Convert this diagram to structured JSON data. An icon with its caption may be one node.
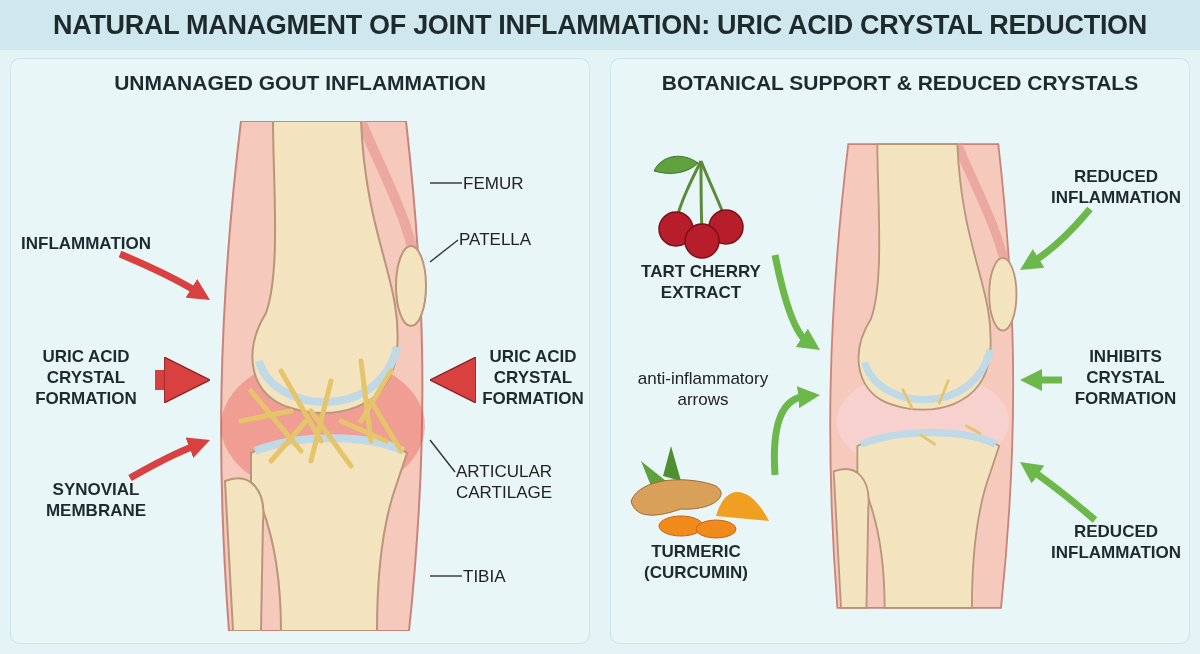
{
  "diagram": {
    "title": "NATURAL MANAGMENT OF JOINT INFLAMMATION: URIC ACID CRYSTAL REDUCTION",
    "nodes": [
      {
        "text": [
          "UNMANAGED GOUT INFLAMMATION"
        ]
      },
      {
        "text": [],
        "shape": "picture",
        "in": 0
      },
      {
        "text": [
          "FEMUR"
        ],
        "in": 0
      },
      {
        "text": [
          "INFLAMMATION"
        ],
        "in": 0
      },
      {
        "text": [
          "PATELLA"
        ],
        "in": 0
      },
      {
        "text": [
          "URIC ACID CRYSTAL FORMATION"
        ],
        "in": 0
      },
      {
        "text": [
          "URIC ACID CRYSTAL FORMATION"
        ],
        "in": 0
      },
      {
        "text": [
          "SYNOVIAL MEMBRANE"
        ],
        "in": 0
      },
      {
        "text": [
          "ARTICULAR CARTILAGE"
        ],
        "in": 0
      },
      {
        "text": [
          "TIBIA"
        ],
        "in": 0
      },
      {
        "text": [
          "BOTANICAL SUPPORT & REDUCED CRYSTALS"
        ]
      },
      {
        "text": [],
        "shape": "picture",
        "in": 10
      },
      {
        "text": [
          "TART CHERRY EXTRACT"
        ],
        "in": 10
      },
      {
        "text": [
          "REDUCED INFLAMMATION"
        ],
        "in": 10
      },
      {
        "text": [
          "INHIBITS CRYSTAL FORMATION"
        ],
        "in": 10
      },
      {
        "text": [
          "TURMERIC (CURCUMIN)"
        ],
        "in": 10
      },
      {
        "text": [
          "REDUCED INFLAMMATION"
        ],
        "in": 10
      }
    ],
    "edges": [
      {
        "from": 2,
        "to": 1,
        "arrow": "none",
        "color": "#333333"
      },
      {
        "from": 3,
        "to": 1,
        "arrow": "to",
        "color": "#d94040"
      },
      {
        "from": 4,
        "to": 1,
        "arrow": "none",
        "color": "#333333"
      },
      {
        "from": 5,
        "to": 1,
        "arrow": "to",
        "style": "thick",
        "color": "#d94040"
      },
      {
        "from": 6,
        "to": 1,
        "arrow": "to",
        "style": "thick",
        "color": "#d94040"
      },
      {
        "from": 7,
        "to": 1,
        "arrow": "to",
        "color": "#d94040"
      },
      {
        "from": 8,
        "to": 1,
        "arrow": "none",
        "color": "#333333"
      },
      {
        "from": 9,
        "to": 1,
        "arrow": "none",
        "color": "#333333"
      },
      {
        "from": 12,
        "to": 11,
        "arrow": "to"
      },
      {
        "from": 13,
        "to": 11,
        "arrow": "to"
      },
      {
        "from": 14,
        "to": 11,
        "arrow": "to"
      },
      {
        "from": 15,
        "to": 11,
        "arrow": "to"
      },
      {
        "from": 16,
        "to": 11,
        "arrow": "to"
      }
    ],
    "labels": [
      "anti-inflammatory arrows"
    ]
  }
}
